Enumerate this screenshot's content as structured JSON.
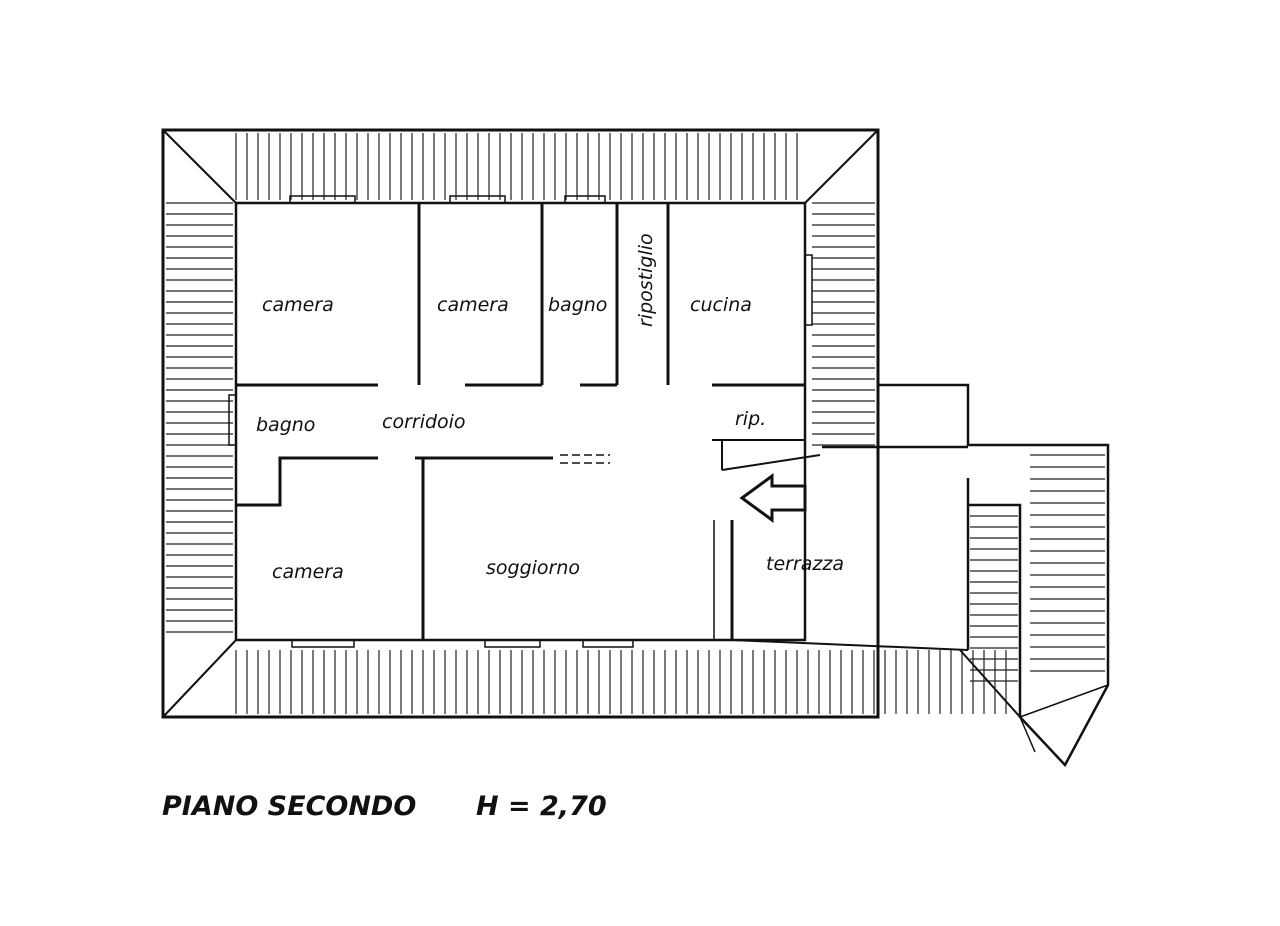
{
  "rooms": {
    "camera_1": "camera",
    "camera_2": "camera",
    "bagno_1": "bagno",
    "ripostiglio": "ripostiglio",
    "cucina": "cucina",
    "bagno_2": "bagno",
    "corridoio": "corridoio",
    "rip": "rip.",
    "camera_3": "camera",
    "soggiorno": "soggiorno",
    "terrazza": "terrazza"
  },
  "title": {
    "floor": "PIANO SECONDO",
    "height": "H = 2,70"
  }
}
